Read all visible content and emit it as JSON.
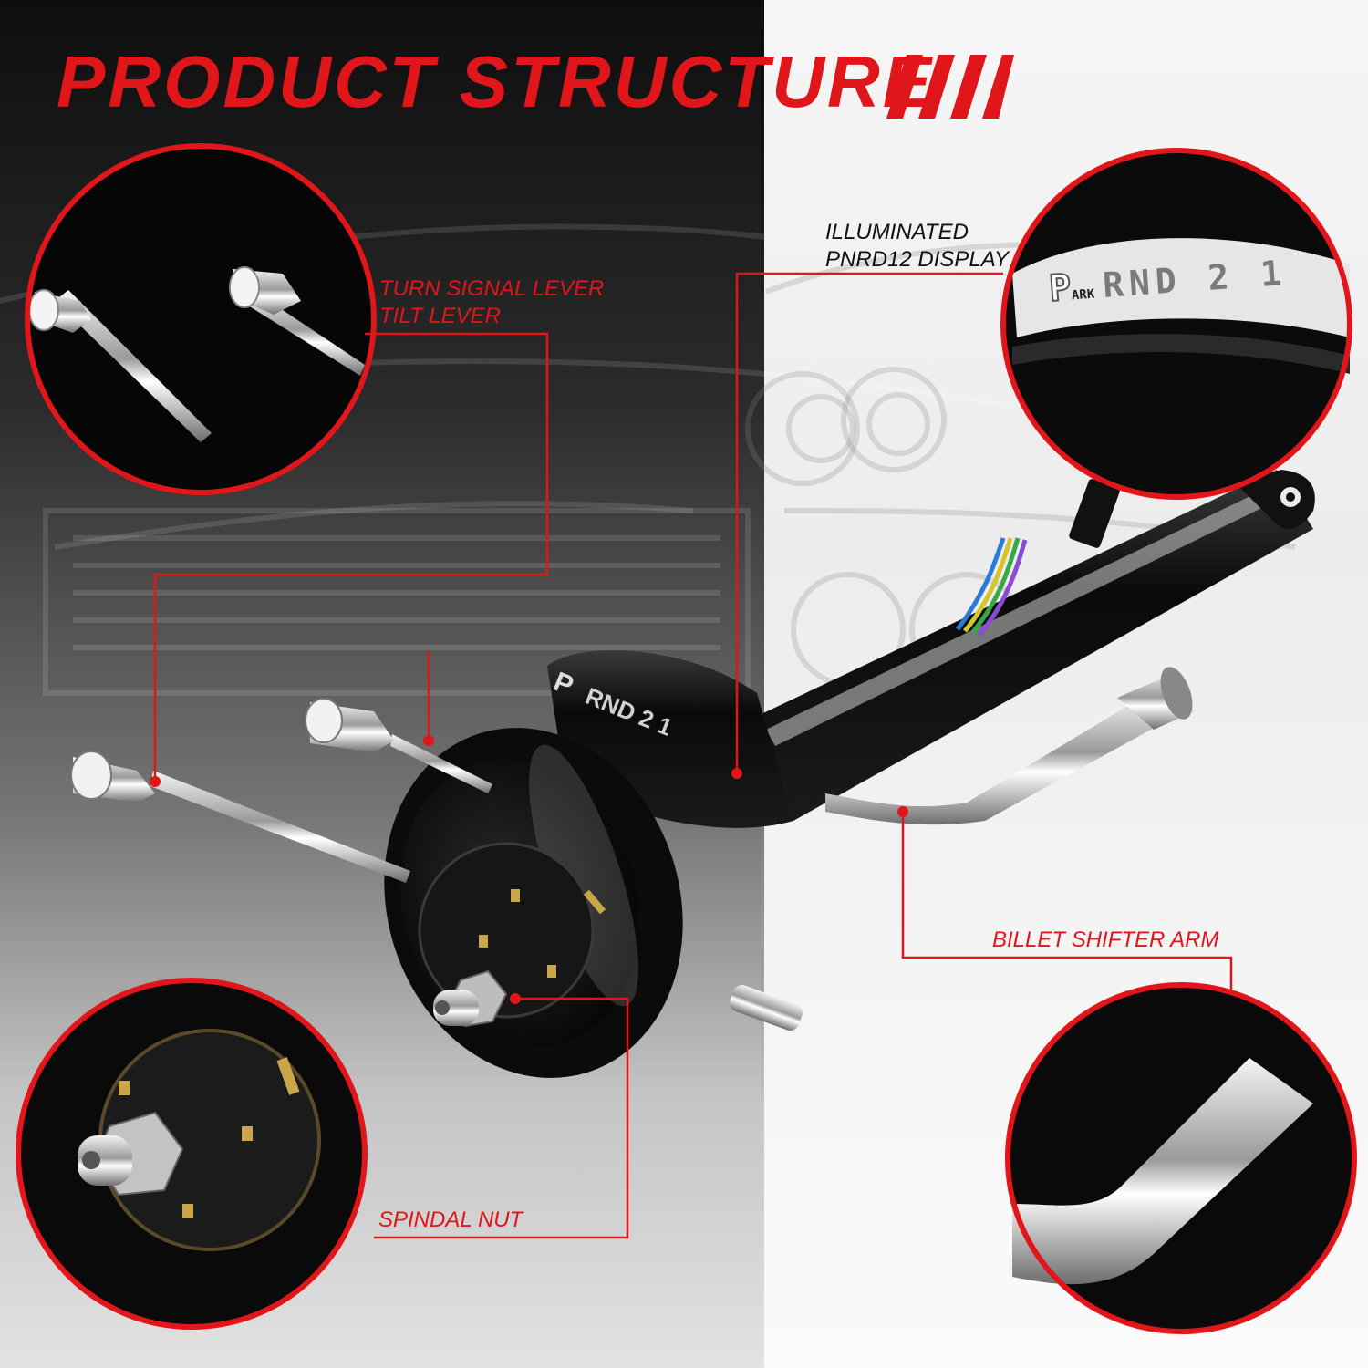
{
  "title": "PRODUCT STRUCTURE",
  "callouts": {
    "turn_signal": "TURN SIGNAL LEVER",
    "tilt": "TILT LEVER",
    "display_line1": "ILLUMINATED",
    "display_line2": "PNRD12 DISPLAY",
    "shifter": "BILLET SHIFTER ARM",
    "spindal": "SPINDAL NUT"
  },
  "indicator": {
    "park_big": "P",
    "park_small": "ARK",
    "gears": "RND 2 1"
  },
  "colors": {
    "accent": "#e0161b",
    "column": "#0b0b0b",
    "chrome": "#d8d8d8"
  }
}
